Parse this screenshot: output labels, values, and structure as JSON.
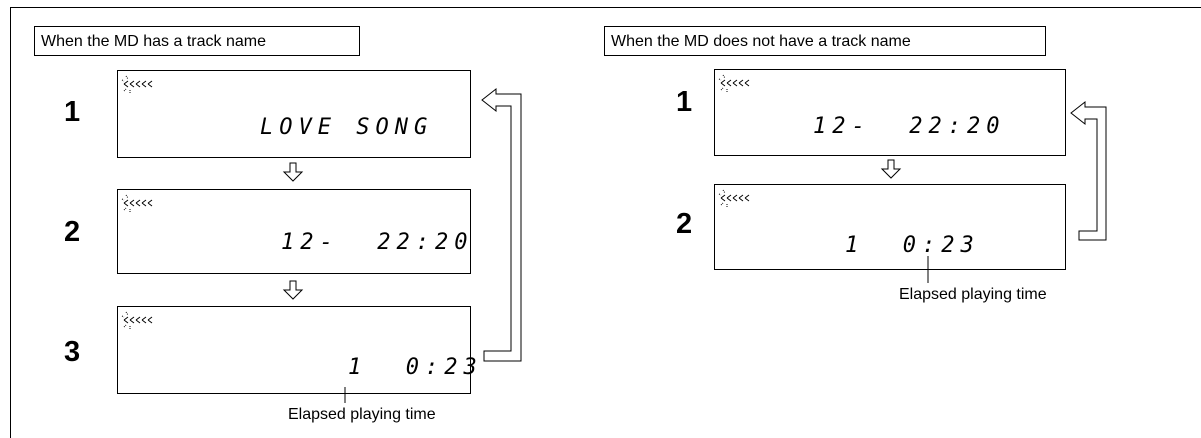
{
  "left_panel": {
    "heading": "When the MD has a track name",
    "steps": [
      {
        "number": "1",
        "display": "LOVE SONG"
      },
      {
        "number": "2",
        "display": "12-  22:20"
      },
      {
        "number": "3",
        "display": "1  0:23"
      }
    ],
    "caption": "Elapsed playing time"
  },
  "right_panel": {
    "heading": "When the MD does not have a track name",
    "steps": [
      {
        "number": "1",
        "display": "12-  22:20"
      },
      {
        "number": "2",
        "display": "1  0:23"
      }
    ],
    "caption": "Elapsed playing time"
  },
  "icons": {
    "lcd_indicator": "disc-rotation-icon",
    "step_arrow": "hollow-down-arrow-icon",
    "loop_arrow": "hollow-loop-arrow-icon"
  }
}
